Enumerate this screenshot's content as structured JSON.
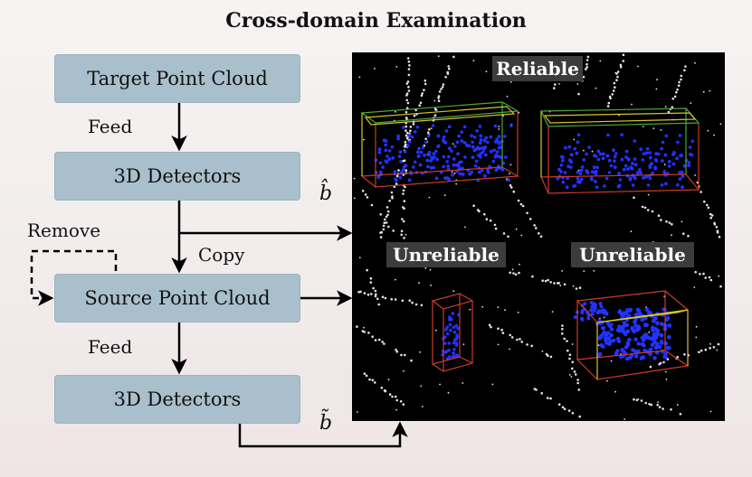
{
  "title": "Cross-domain Examination",
  "boxes": {
    "target": "Target Point Cloud",
    "detector1": "3D Detectors",
    "source": "Source Point Cloud",
    "detector2": "3D Detectors"
  },
  "labels": {
    "feed1": "Feed",
    "copy": "Copy",
    "remove": "Remove",
    "feed2": "Feed",
    "b_hat": "b̂",
    "b_tilde": "b̃"
  },
  "panels": {
    "top_right": "Reliable",
    "bottom_left": "Unreliable",
    "bottom_right": "Unreliable"
  },
  "colors": {
    "box_fill": "#a9bfcc",
    "panel_bg": "#000000",
    "points_road": "#e6e6e6",
    "points_object": "#2233ff",
    "bbox_red": "#c83c28",
    "bbox_yellow": "#d8c428",
    "bbox_green": "#4aa83a"
  }
}
